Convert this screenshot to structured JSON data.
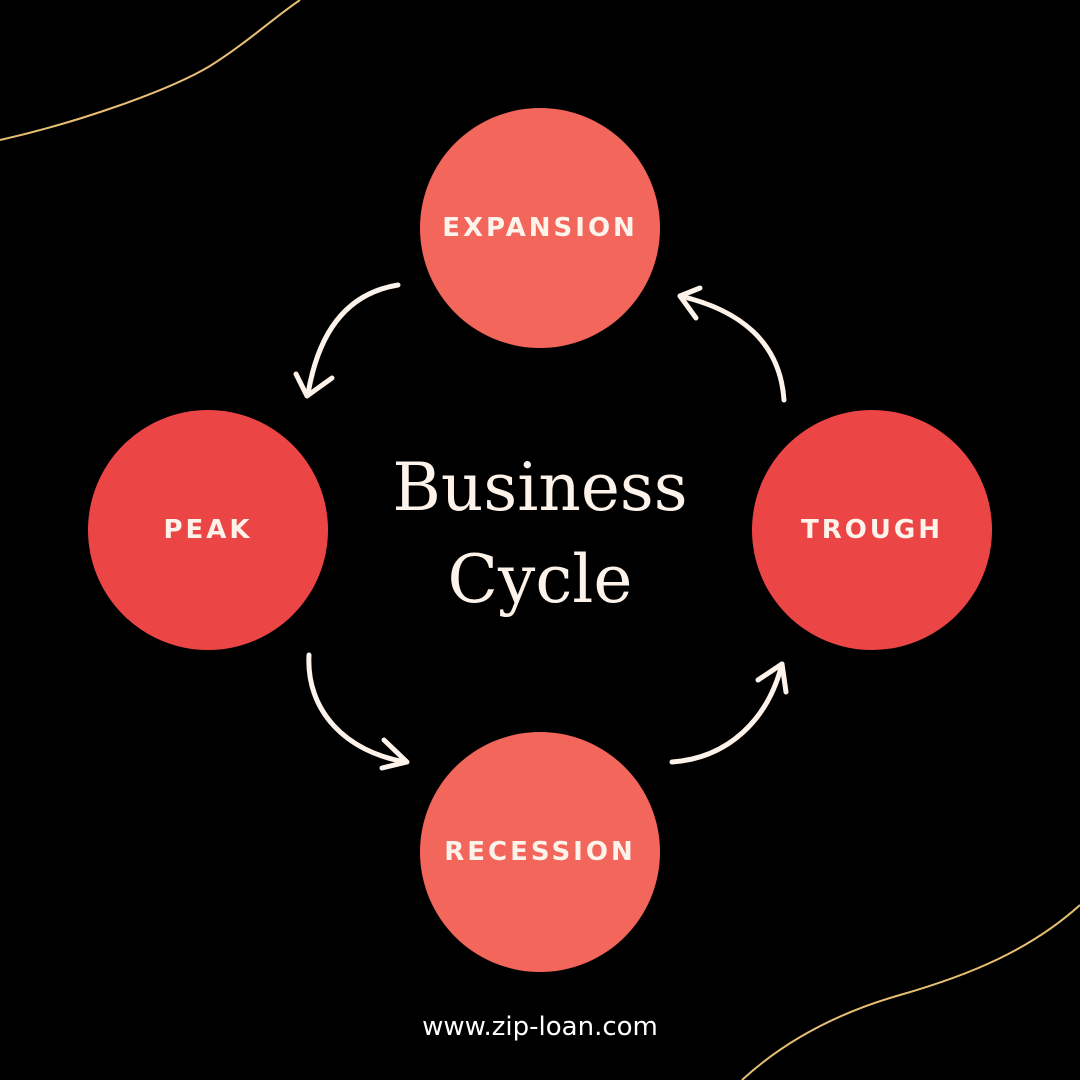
{
  "diagram": {
    "title_line1": "Business",
    "title_line2": "Cycle",
    "stages": {
      "expansion": "EXPANSION",
      "peak": "PEAK",
      "trough": "TROUGH",
      "recession": "RECESSION"
    },
    "footer": "www.zip-loan.com"
  },
  "colors": {
    "background": "#000000",
    "circle_light": "#f2665b",
    "circle_dark": "#ec4546",
    "text": "#fdf3ea",
    "arrow": "#fdf3ea",
    "accent_line": "#e8bf72"
  }
}
